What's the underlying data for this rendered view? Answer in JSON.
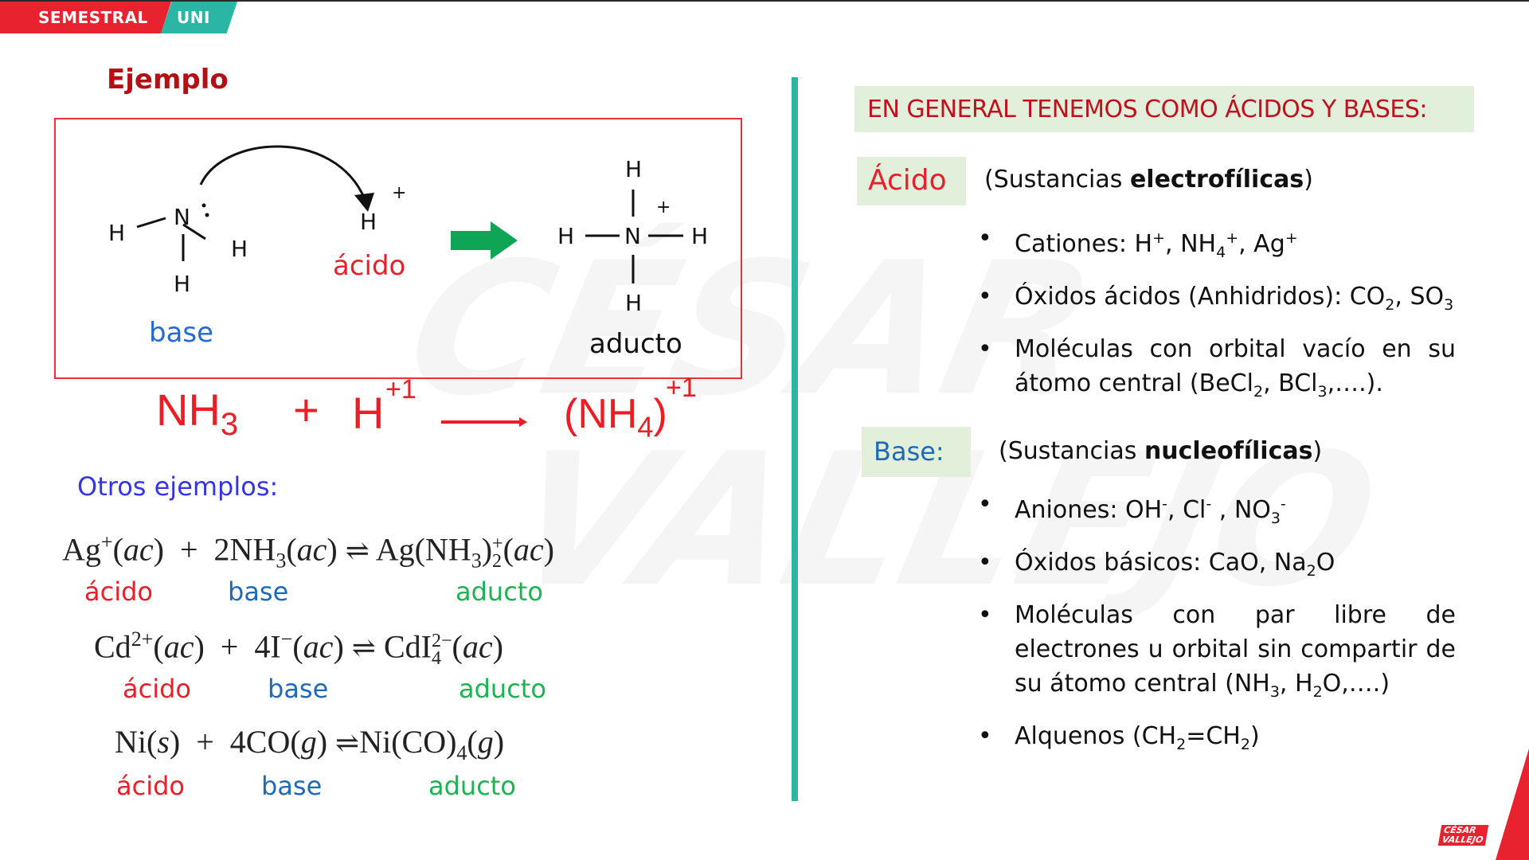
{
  "header": {
    "banner_left": "SEMESTRAL",
    "banner_right": "UNI"
  },
  "watermark": {
    "line1": "CÉSAR",
    "line2": "VALLEJO"
  },
  "left": {
    "title": "Ejemplo",
    "diagram": {
      "reactant_base": {
        "atom": "N",
        "h_left": "H",
        "h_right": "H",
        "h_bottom": "H",
        "label": "base"
      },
      "reactant_acid": {
        "atom": "H",
        "charge": "+",
        "label": "ácido"
      },
      "product": {
        "atom": "N",
        "h_top": "H",
        "h_left": "H",
        "h_right": "H",
        "h_bottom": "H",
        "charge": "+",
        "label": "aducto"
      },
      "arrow_color": "#0fa556"
    },
    "handwritten": {
      "r1": "NH",
      "r1_sub": "3",
      "plus": "+",
      "r2": "H",
      "r2_sup": "+1",
      "product_open": "(NH",
      "product_sub": "4",
      "product_close": ")",
      "product_sup": "+1"
    },
    "otros_title": "Otros ejemplos:",
    "reactions": [
      {
        "reactant1": "Ag",
        "reactant1_sup": "+",
        "reactant1_state": "ac",
        "plus": "+",
        "reactant2": "2NH",
        "reactant2_sub": "3",
        "reactant2_state": "ac",
        "product": "Ag(NH",
        "product_sub1": "3",
        "product_mid": ")",
        "product_sup": "+",
        "product_sub2": "2",
        "product_state": "ac",
        "labels": {
          "acid": "ácido",
          "base": "base",
          "adduct": "aducto"
        }
      },
      {
        "reactant1": "Cd",
        "reactant1_sup": "2+",
        "reactant1_state": "ac",
        "plus": "+",
        "reactant2": "4I",
        "reactant2_sup": "−",
        "reactant2_state": "ac",
        "product": "CdI",
        "product_sup": "2−",
        "product_sub": "4",
        "product_state": "ac",
        "labels": {
          "acid": "ácido",
          "base": "base",
          "adduct": "aducto"
        }
      },
      {
        "reactant1": "Ni",
        "reactant1_state": "s",
        "plus": "+",
        "reactant2": "4CO",
        "reactant2_state": "g",
        "product": "Ni(CO)",
        "product_sub": "4",
        "product_state": "g",
        "labels": {
          "acid": "ácido",
          "base": "base",
          "adduct": "aducto"
        }
      }
    ]
  },
  "right": {
    "heading": "EN GENERAL TENEMOS COMO ÁCIDOS Y BASES:",
    "acid": {
      "tag": "Ácido",
      "desc_pre": "(Sustancias ",
      "desc_bold": "electrofílicas",
      "desc_post": ")",
      "items": [
        {
          "text": "Cationes: H",
          "parts": [
            "Cationes: H",
            "+",
            ", NH",
            "4",
            "+",
            ", Ag",
            "+"
          ]
        },
        {
          "parts": [
            "Óxidos ácidos (Anhidridos): CO",
            "2",
            ",  SO",
            "3"
          ]
        },
        {
          "parts": [
            "Moléculas con orbital vacío en su átomo central (BeCl",
            "2",
            ", BCl",
            "3",
            ",….)."
          ]
        }
      ]
    },
    "base": {
      "tag": "Base:",
      "desc_pre": "(Sustancias ",
      "desc_bold": "nucleofílicas",
      "desc_post": ")",
      "items": [
        {
          "parts": [
            "Aniones: OH",
            "-",
            ", Cl",
            "-",
            " , NO",
            "3",
            "-"
          ]
        },
        {
          "parts": [
            "Óxidos básicos: CaO,  Na",
            "2",
            "O"
          ]
        },
        {
          "parts": [
            "Moléculas con par libre de electrones u orbital sin compartir de su átomo central (NH",
            "3",
            ", H",
            "2",
            "O,….)"
          ]
        },
        {
          "parts": [
            "Alquenos (CH",
            "2",
            "=CH",
            "2",
            ")"
          ]
        }
      ]
    }
  },
  "footer": {
    "logo_line1": "CÉSAR",
    "logo_line2": "VALLEJO"
  },
  "colors": {
    "brand_red": "#e8222e",
    "brand_teal": "#2ab5a4",
    "acid_red": "#e8202a",
    "base_blue": "#1e6ab8",
    "adduct_green": "#1db350",
    "heading_bg": "#e2efda"
  }
}
